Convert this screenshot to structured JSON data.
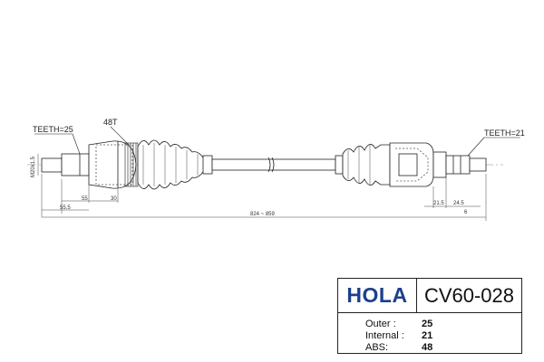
{
  "drawing": {
    "label_teeth_outer": "TEETH=25",
    "label_48t": "48T",
    "label_teeth_inner": "TEETH=21",
    "label_thread": "M20x1.5",
    "dim_left_1": "55",
    "dim_left_2": "30",
    "dim_left_3": "55.5",
    "dim_total": "824 ~ 859",
    "dim_right_1": "21.5",
    "dim_right_2": "24.5",
    "dim_right_3": "6"
  },
  "titleblock": {
    "brand": "HOLA",
    "part_number": "CV60-028",
    "rows": [
      {
        "key": "Outer :",
        "value": "25"
      },
      {
        "key": "Internal :",
        "value": "21"
      },
      {
        "key": "ABS:",
        "value": "48"
      }
    ]
  }
}
